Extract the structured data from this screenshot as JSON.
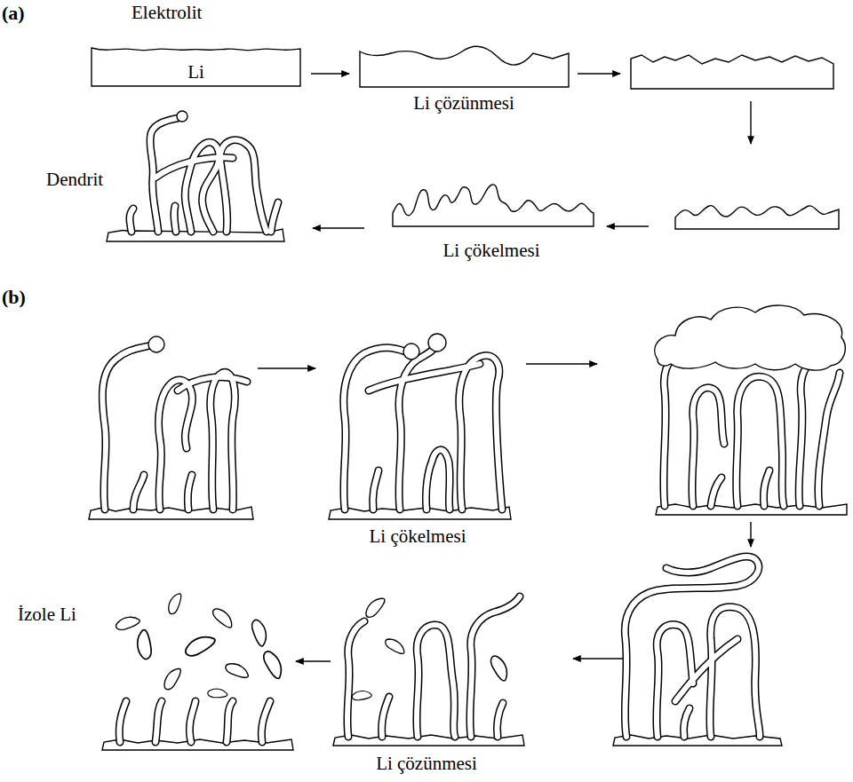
{
  "diagram": {
    "nodes": [
      {
        "text": [
          "Li"
        ]
      }
    ],
    "labels": [
      "(a)",
      "Elektrolit",
      "Li çözünmesi",
      "Dendrit",
      "Li çökelmesi",
      "(b)",
      "Li çökelmesi",
      "Li çözünmesi",
      "İzole Li"
    ]
  }
}
